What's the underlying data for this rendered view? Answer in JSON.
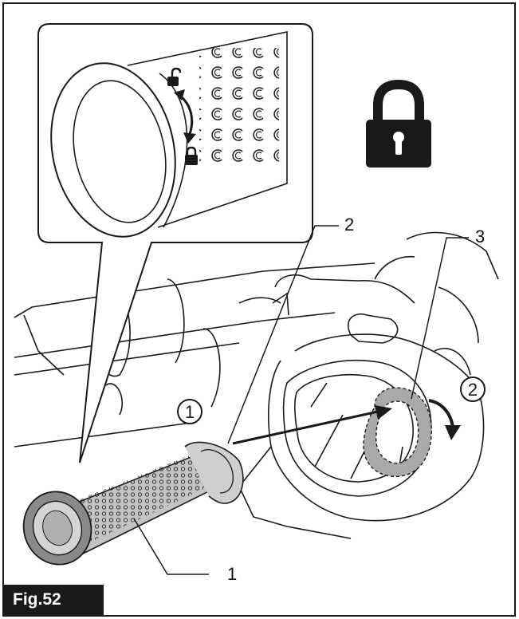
{
  "figure": {
    "label": "Fig.52"
  },
  "callouts": {
    "c1": "1",
    "c2": "2",
    "c3": "3"
  },
  "steps": {
    "s1": "1",
    "s2": "2"
  },
  "icons": {
    "lock": "lock-icon",
    "inset_locked": "small-lock-icon",
    "inset_unlocked": "small-unlock-icon",
    "rotate": "rotate-arrow-icon"
  },
  "colors": {
    "line": "#1a1a1a",
    "highlight": "#a9a9a9",
    "label_bg": "#1a1a1a"
  }
}
